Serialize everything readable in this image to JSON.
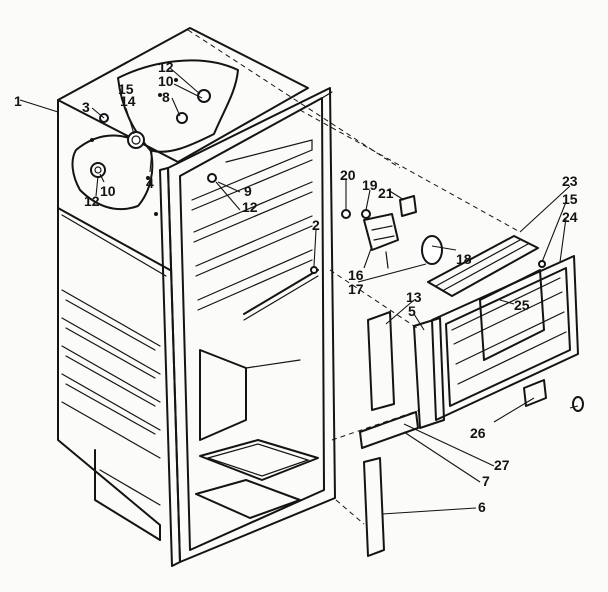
{
  "callouts": [
    {
      "id": "c-1",
      "text": "1"
    },
    {
      "id": "c-3",
      "text": "3"
    },
    {
      "id": "c-14",
      "text": "14"
    },
    {
      "id": "c-15a",
      "text": "15"
    },
    {
      "id": "c-12a",
      "text": "12"
    },
    {
      "id": "c-10a",
      "text": "10"
    },
    {
      "id": "c-8",
      "text": "8"
    },
    {
      "id": "c-4",
      "text": "4"
    },
    {
      "id": "c-12b",
      "text": "12"
    },
    {
      "id": "c-10b",
      "text": "10"
    },
    {
      "id": "c-9",
      "text": "9"
    },
    {
      "id": "c-12c",
      "text": "12"
    },
    {
      "id": "c-2",
      "text": "2"
    },
    {
      "id": "c-20",
      "text": "20"
    },
    {
      "id": "c-19",
      "text": "19"
    },
    {
      "id": "c-21",
      "text": "21"
    },
    {
      "id": "c-18",
      "text": "18"
    },
    {
      "id": "c-16",
      "text": "16"
    },
    {
      "id": "c-17",
      "text": "17"
    },
    {
      "id": "c-13",
      "text": "13"
    },
    {
      "id": "c-5",
      "text": "5"
    },
    {
      "id": "c-23",
      "text": "23"
    },
    {
      "id": "c-15b",
      "text": "15"
    },
    {
      "id": "c-24",
      "text": "24"
    },
    {
      "id": "c-25",
      "text": "25"
    },
    {
      "id": "c-26",
      "text": "26"
    },
    {
      "id": "c-27",
      "text": "27"
    },
    {
      "id": "c-7",
      "text": "7"
    },
    {
      "id": "c-6",
      "text": "6"
    }
  ]
}
